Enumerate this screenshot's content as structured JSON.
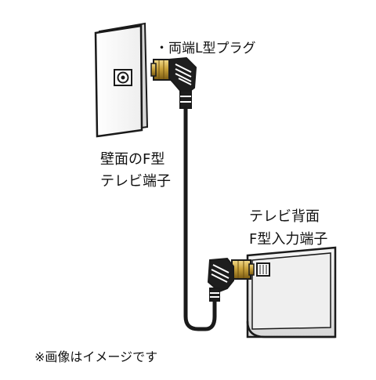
{
  "labels": {
    "plug": "・両端L型プラグ",
    "wall_line1": "壁面のF型",
    "wall_line2": "テレビ端子",
    "tv_line1": "テレビ背面",
    "tv_line2": "F型入力端子",
    "note": "※画像はイメージです"
  },
  "colors": {
    "line": "#1a1a1a",
    "plate_fill": "#ffffff",
    "gold": "#c9a23a",
    "cable": "#1a1a1a",
    "tv_screen": "#e9e9e9"
  },
  "icons": [
    "wall-plate",
    "f-connector",
    "l-plug",
    "coax-cable",
    "tv-set"
  ]
}
